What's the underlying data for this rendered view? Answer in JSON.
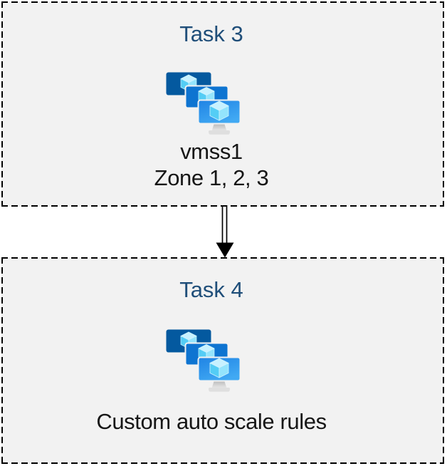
{
  "diagram": {
    "boxes": [
      {
        "title": "Task 3",
        "icon": "vm-scale-sets",
        "caption_lines": [
          "vmss1",
          "Zone 1, 2, 3"
        ]
      },
      {
        "title": "Task 4",
        "icon": "vm-scale-sets",
        "caption_lines": [
          "Custom auto scale rules"
        ]
      }
    ],
    "connector": {
      "type": "double-line-arrow",
      "direction": "down"
    },
    "colors": {
      "box_background": "#F2F2F2",
      "box_border": "#000000",
      "title_text": "#1F4E79",
      "caption_text": "#161616",
      "arrow": "#000000",
      "icon_monitor_back": "#04599F",
      "icon_monitor_middle": "#0E74D1",
      "icon_monitor_front_start": "#1F83E4",
      "icon_monitor_front_end": "#41A9F3",
      "icon_cube_top": "#C7F1FF",
      "icon_cube_left": "#54CDF5",
      "icon_cube_right": "#94E4FC",
      "icon_stand_dark": "#B3B3B3",
      "icon_stand_light": "#E9E9E9"
    }
  }
}
